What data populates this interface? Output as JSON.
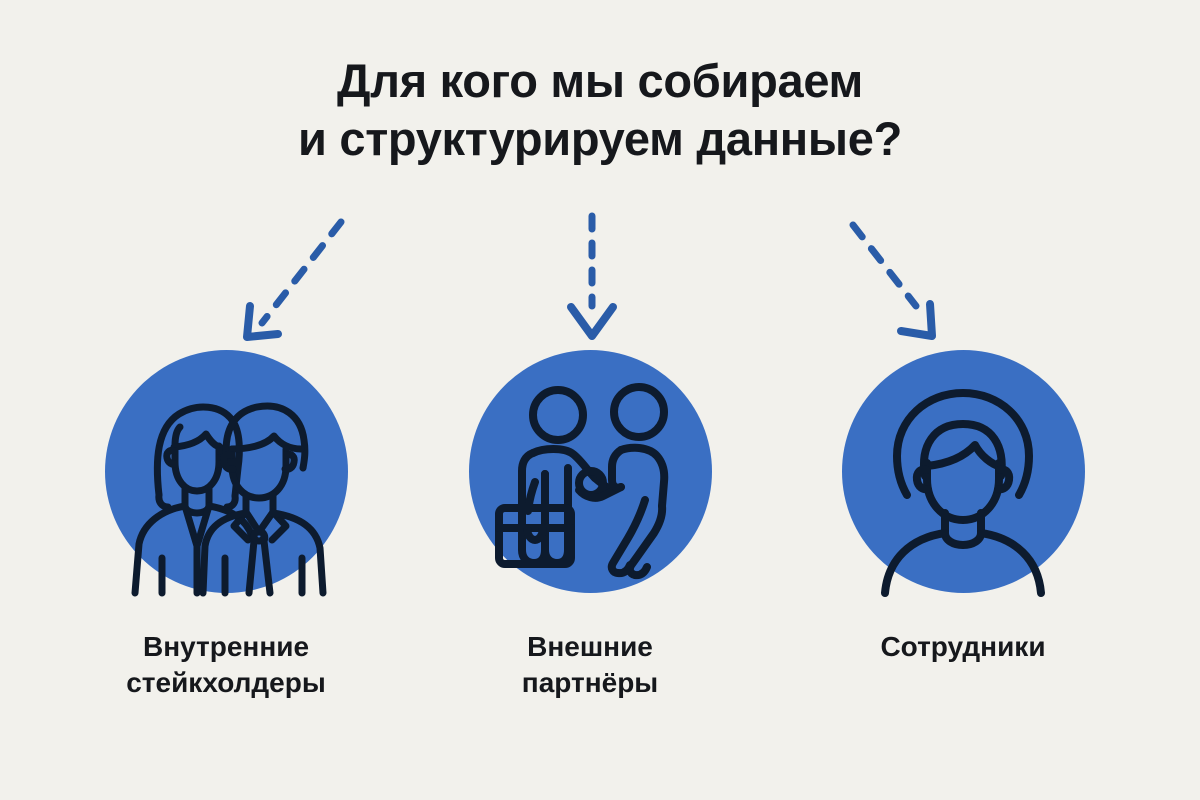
{
  "background_color": "#f2f1ec",
  "title": {
    "line1": "Для кого мы собираем",
    "line2": "и структурируем данные?",
    "color": "#16181c"
  },
  "colors": {
    "circle_fill": "#3a6fc3",
    "arrow": "#2a5ca8",
    "icon_stroke": "#0d1b2e",
    "text": "#16181c"
  },
  "arrows": [
    {
      "name": "arrow-to-internal-stakeholders",
      "direction": "down-left",
      "style": "dashed"
    },
    {
      "name": "arrow-to-external-partners",
      "direction": "down",
      "style": "dashed"
    },
    {
      "name": "arrow-to-employees",
      "direction": "down-right",
      "style": "dashed"
    }
  ],
  "items": [
    {
      "icon": "two-colleagues-icon",
      "caption_line1": "Внутренние",
      "caption_line2": "стейкхолдеры"
    },
    {
      "icon": "handshake-partners-icon",
      "caption_line1": "Внешние",
      "caption_line2": "партнёры"
    },
    {
      "icon": "single-person-avatar-icon",
      "caption_line1": "Сотрудники",
      "caption_line2": ""
    }
  ]
}
